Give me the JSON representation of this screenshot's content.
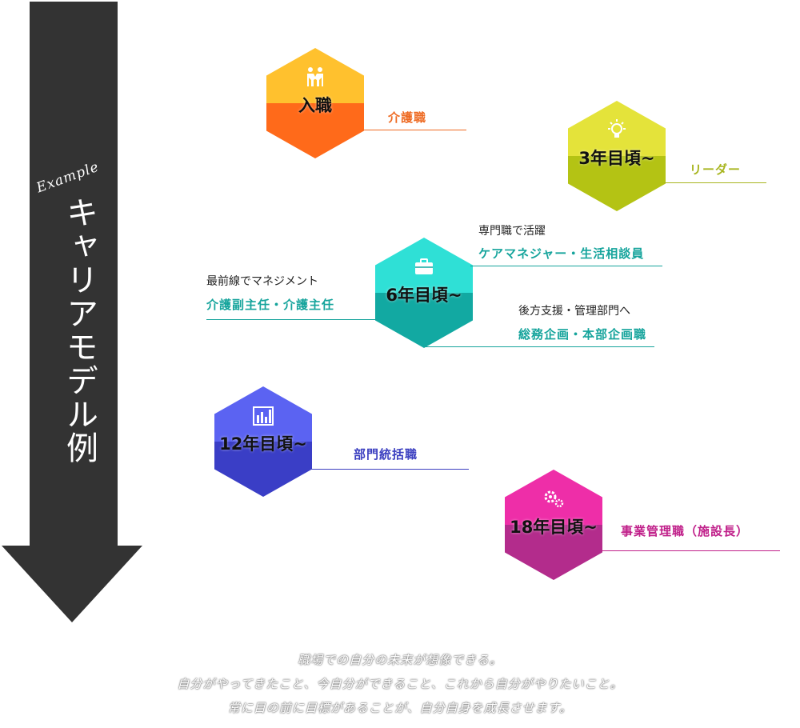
{
  "arrow": {
    "label_en": "Example",
    "label_jp": "キャリアモデル例",
    "color": "#333333"
  },
  "steps": [
    {
      "title": "入職",
      "icon": "handshake-icon",
      "color_top": "#ffc12e",
      "color_bottom": "#ff6a1a",
      "label": "介護職",
      "label_color": "#ee6a22"
    },
    {
      "title": "3年目頃~",
      "icon": "lightbulb-icon",
      "color_top": "#e4e33a",
      "color_bottom": "#b4c314",
      "label": "リーダー",
      "label_color": "#a8b520"
    },
    {
      "title": "6年目頃~",
      "icon": "briefcase-icon",
      "color_top": "#2fe0d6",
      "color_bottom": "#12a9a2",
      "branches": [
        {
          "sub": "専門職で活躍",
          "label": "ケアマネジャー・生活相談員"
        },
        {
          "sub": "最前線でマネジメント",
          "label": "介護副主任・介護主任"
        },
        {
          "sub": "後方支援・管理部門へ",
          "label": "総務企画・本部企画職"
        }
      ],
      "label_color": "#16a49c"
    },
    {
      "title": "12年目頃~",
      "icon": "bar-chart-icon",
      "color_top": "#5b63f2",
      "color_bottom": "#3a3ec6",
      "label": "部門統括職",
      "label_color": "#3b3fc0"
    },
    {
      "title": "18年目頃~",
      "icon": "gears-icon",
      "color_top": "#ee2ea8",
      "color_bottom": "#b32c8c",
      "label": "事業管理職（施設長）",
      "label_color": "#c0208a"
    }
  ],
  "footer": [
    "職場での自分の未来が想像できる。",
    "自分がやってきたこと、今自分ができること、これから自分がやりたいこと。",
    "常に目の前に目標があることが、自分自身を成長させます。"
  ]
}
